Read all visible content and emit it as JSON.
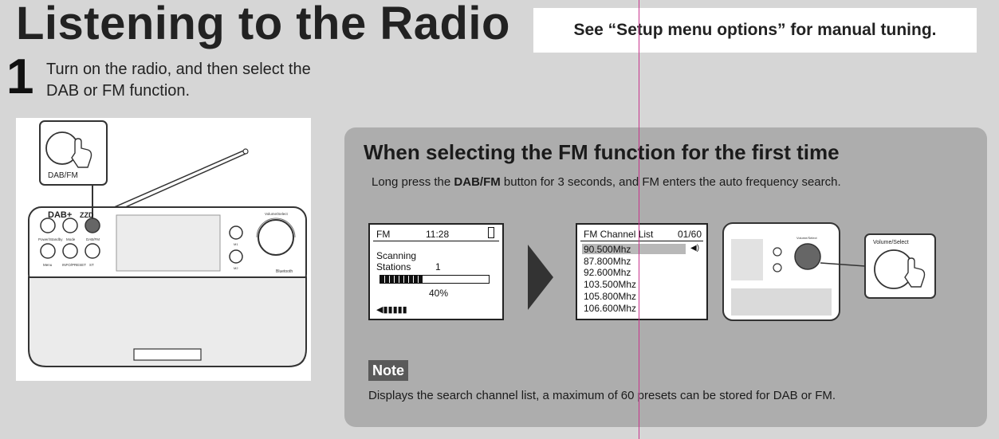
{
  "page": {
    "title": "Listening to the Radio",
    "setup_note": "See “Setup menu options” for manual tuning.",
    "step": {
      "number": "1",
      "line1": "Turn on the radio, and then select the",
      "line2": "DAB or FM function."
    }
  },
  "radio_illustration": {
    "callout_button_label": "DAB/FM",
    "logo": "DAB+",
    "brand": "ZZD",
    "button_labels_top": [
      "Power/Standby",
      "Mode",
      "DAB/FM"
    ],
    "button_labels_bottom": [
      "Menu",
      "INFO/PRESET",
      "ST"
    ],
    "knob_label": "Volume/Select",
    "preset_labels": [
      "M1",
      "M2"
    ],
    "bluetooth_label": "Bluetooth"
  },
  "fm_panel": {
    "heading": "When selecting the FM function for the first time",
    "instruction_before": "Long press the ",
    "instruction_bold": "DAB/FM",
    "instruction_after": " button for 3 seconds, and FM enters the auto frequency search.",
    "scan_screen": {
      "mode": "FM",
      "time": "11:28",
      "line1": "Scanning",
      "line2": "Stations",
      "station_count": "1",
      "progress_percent_label": "40%",
      "progress": 0.4
    },
    "list_screen": {
      "title": "FM Channel List",
      "counter": "01/60",
      "channels": [
        "90.500Mhz",
        "87.800Mhz",
        "92.600Mhz",
        "103.500Mhz",
        "105.800Mhz",
        "106.600Mhz"
      ]
    },
    "knob_callout_label": "Volume/Select",
    "note_label": "Note",
    "note_text": "Displays the search channel list, a maximum of 60 presets can be stored for DAB or FM."
  }
}
